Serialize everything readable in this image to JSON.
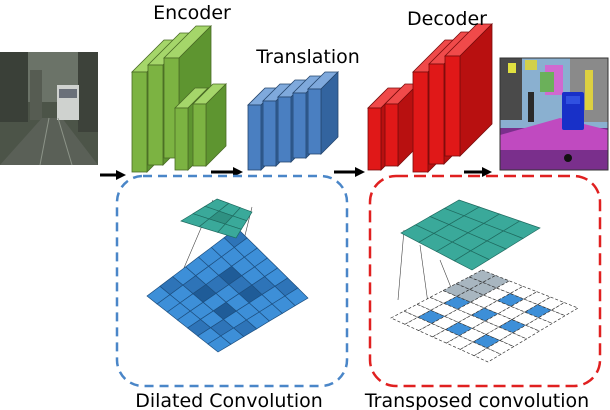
{
  "labels": {
    "encoder": "Encoder",
    "translation": "Translation",
    "decoder": "Decoder",
    "dilated": "Dilated Convolution",
    "transposed": "Transposed convolution"
  },
  "colors": {
    "encoder_front": "#7cb342",
    "encoder_side": "#a5d66a",
    "translation_front": "#4a7fc1",
    "translation_side": "#7fa9dc",
    "decoder_front": "#e01818",
    "decoder_side": "#f04a4a",
    "dilated_box_border": "#4a86c8",
    "transposed_box_border": "#e02020",
    "teal": "#3aa99a",
    "blue_grid": "#3d8fd8",
    "arrow": "#000000"
  },
  "icons": {
    "input": "street-photo",
    "output": "segmentation-map"
  }
}
